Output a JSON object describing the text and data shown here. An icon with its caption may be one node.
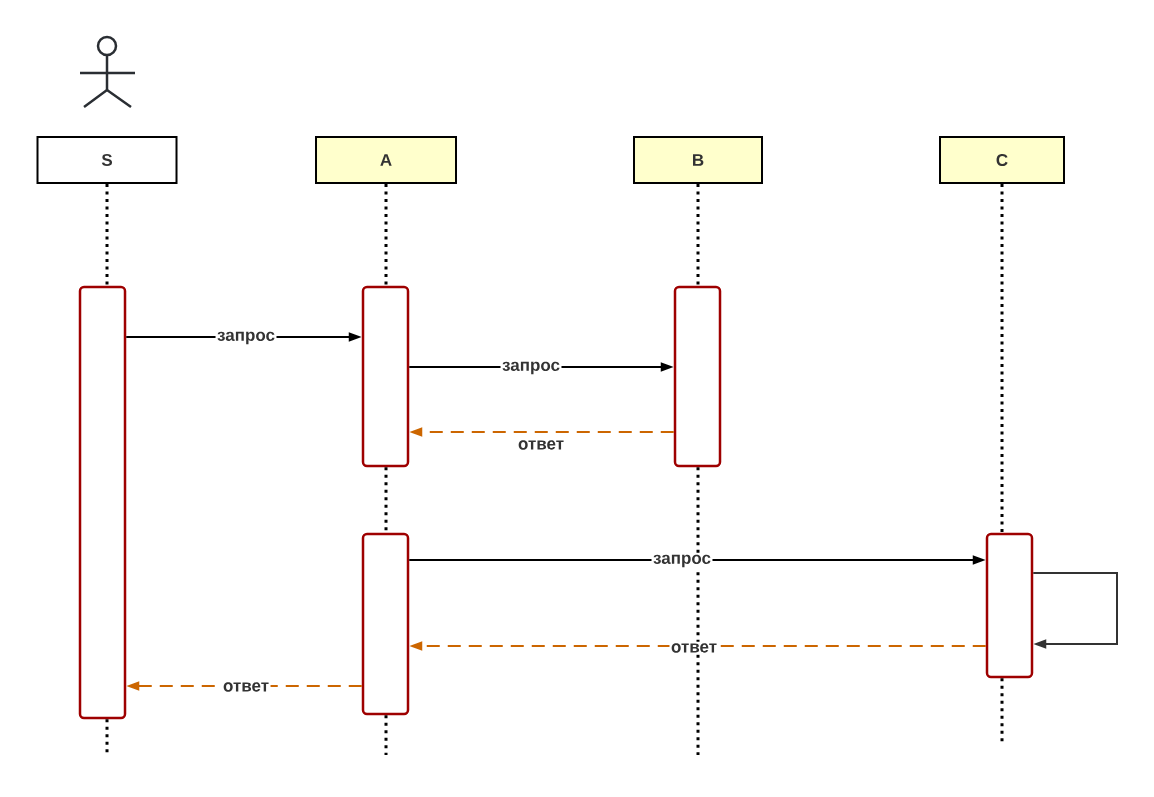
{
  "diagram": {
    "nodes": [
      {
        "text": [],
        "shape": "person"
      },
      {
        "text": [
          "S"
        ]
      },
      {
        "text": [
          "A"
        ]
      },
      {
        "text": [
          "B"
        ]
      },
      {
        "text": [
          "C"
        ]
      },
      {
        "text": [],
        "shape": "bar"
      },
      {
        "text": [],
        "shape": "bar"
      },
      {
        "text": [],
        "shape": "bar"
      },
      {
        "text": [],
        "shape": "bar"
      },
      {
        "text": [],
        "shape": "bar"
      }
    ],
    "edges": [
      {
        "from": 5,
        "to": 6,
        "arrow": "to",
        "label": "запрос"
      },
      {
        "from": 6,
        "to": 7,
        "arrow": "to",
        "label": "запрос"
      },
      {
        "from": 7,
        "to": 6,
        "arrow": "to",
        "label": "ответ",
        "style": "dashed",
        "color": "#cc6600"
      },
      {
        "from": 8,
        "to": 9,
        "arrow": "to",
        "label": "запрос"
      },
      {
        "from": 9,
        "to": 9,
        "arrow": "to",
        "color": "#333333"
      },
      {
        "from": 9,
        "to": 8,
        "arrow": "to",
        "label": "ответ",
        "style": "dashed",
        "color": "#cc6600"
      },
      {
        "from": 8,
        "to": 5,
        "arrow": "to",
        "label": "ответ",
        "style": "dashed",
        "color": "#cc6600"
      },
      {
        "from": 1,
        "to": 5,
        "arrow": "none",
        "style": "dashed"
      },
      {
        "from": 5,
        "to": null,
        "arrow": "none",
        "style": "dashed"
      },
      {
        "from": 2,
        "to": 6,
        "arrow": "none",
        "style": "dashed"
      },
      {
        "from": 6,
        "to": 8,
        "arrow": "none",
        "style": "dashed"
      },
      {
        "from": 8,
        "to": null,
        "arrow": "none",
        "style": "dashed"
      },
      {
        "from": 3,
        "to": 7,
        "arrow": "none",
        "style": "dashed"
      },
      {
        "from": 7,
        "to": null,
        "arrow": "none",
        "style": "dashed"
      },
      {
        "from": 4,
        "to": 9,
        "arrow": "none",
        "style": "dashed"
      },
      {
        "from": 9,
        "to": null,
        "arrow": "none",
        "style": "dashed"
      }
    ]
  }
}
